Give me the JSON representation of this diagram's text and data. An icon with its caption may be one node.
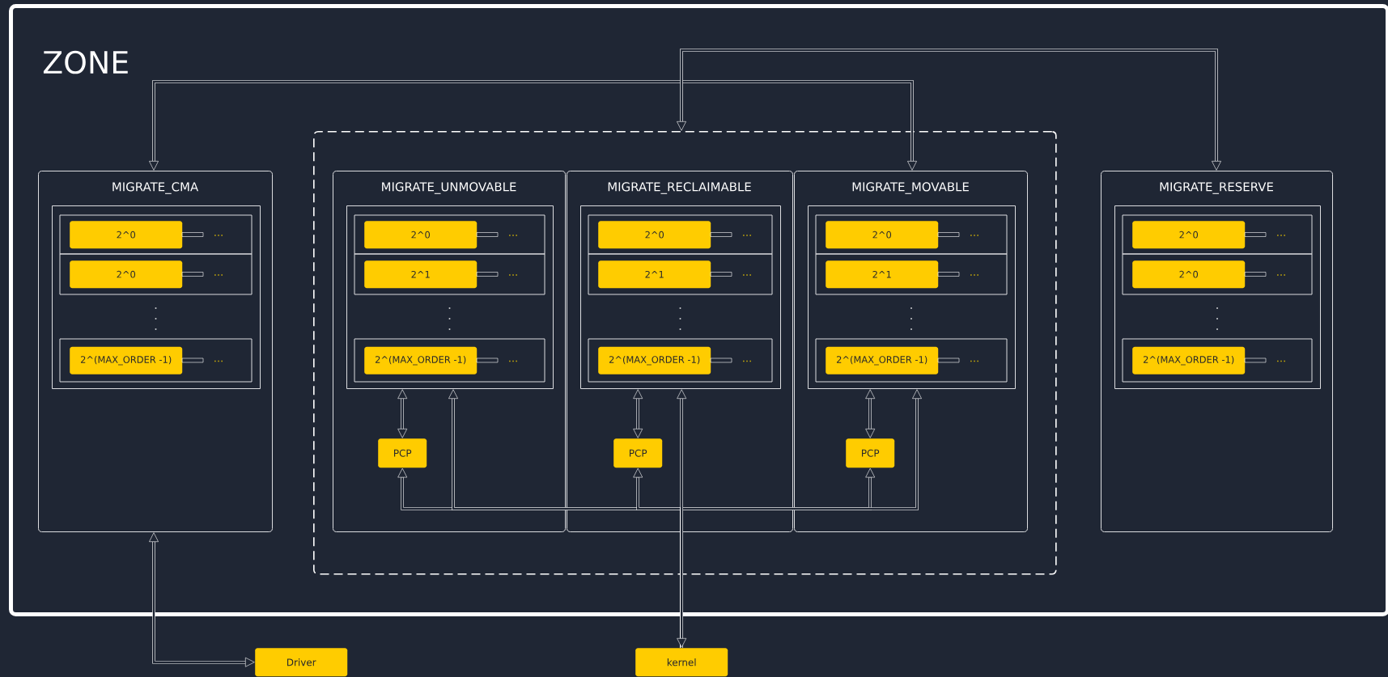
{
  "diagram": {
    "nodes": [
      {
        "text": [
          "ZONE"
        ]
      },
      {
        "text": [],
        "shape": "box",
        "in": 0
      },
      {
        "text": [
          "MIGRATE_CMA"
        ],
        "in": 0
      },
      {
        "text": [],
        "shape": "box",
        "in": 2
      },
      {
        "text": [
          "2^0"
        ],
        "beside": [
          "..."
        ],
        "in": 3
      },
      {
        "text": [
          "2^0"
        ],
        "beside": [
          "..."
        ],
        "in": 3
      },
      {
        "text": [
          "2^(MAX_ORDER -1)"
        ],
        "beside": [
          "..."
        ],
        "in": 3
      },
      {
        "text": [
          "MIGRATE_UNMOVABLE"
        ],
        "in": 1
      },
      {
        "text": [],
        "shape": "box",
        "in": 7
      },
      {
        "text": [
          "2^0"
        ],
        "beside": [
          "..."
        ],
        "in": 8
      },
      {
        "text": [
          "2^1"
        ],
        "beside": [
          "..."
        ],
        "in": 8
      },
      {
        "text": [
          "2^(MAX_ORDER -1)"
        ],
        "beside": [
          "..."
        ],
        "in": 8
      },
      {
        "text": [
          "MIGRATE_RECLAIMABLE"
        ],
        "in": 1
      },
      {
        "text": [],
        "shape": "box",
        "in": 12
      },
      {
        "text": [
          "2^0"
        ],
        "beside": [
          "..."
        ],
        "in": 13
      },
      {
        "text": [
          "2^1"
        ],
        "beside": [
          "..."
        ],
        "in": 13
      },
      {
        "text": [
          "2^(MAX_ORDER -1)"
        ],
        "beside": [
          "..."
        ],
        "in": 13
      },
      {
        "text": [
          "MIGRATE_MOVABLE"
        ],
        "in": 1
      },
      {
        "text": [],
        "shape": "box",
        "in": 17
      },
      {
        "text": [
          "2^0"
        ],
        "beside": [
          "..."
        ],
        "in": 18
      },
      {
        "text": [
          "2^1"
        ],
        "beside": [
          "..."
        ],
        "in": 18
      },
      {
        "text": [
          "2^(MAX_ORDER -1)"
        ],
        "beside": [
          "..."
        ],
        "in": 18
      },
      {
        "text": [
          "MIGRATE_RESERVE"
        ],
        "in": 0
      },
      {
        "text": [],
        "shape": "box",
        "in": 22
      },
      {
        "text": [
          "2^0"
        ],
        "beside": [
          "..."
        ],
        "in": 23
      },
      {
        "text": [
          "2^0"
        ],
        "beside": [
          "..."
        ],
        "in": 23
      },
      {
        "text": [
          "2^(MAX_ORDER -1)"
        ],
        "beside": [
          "..."
        ],
        "in": 23
      },
      {
        "text": [
          "PCP"
        ],
        "in": 7
      },
      {
        "text": [
          "PCP"
        ],
        "in": 12
      },
      {
        "text": [
          "PCP"
        ],
        "in": 17
      },
      {
        "text": [
          "Driver"
        ]
      },
      {
        "text": [
          "kernel"
        ]
      }
    ],
    "edges": [
      {
        "from": 2,
        "to": 17,
        "arrow": "both"
      },
      {
        "from": 1,
        "to": 22,
        "arrow": "both"
      },
      {
        "from": 2,
        "to": 30,
        "arrow": "both"
      },
      {
        "from": 31,
        "to": 13,
        "arrow": "both"
      },
      {
        "from": 27,
        "to": 8,
        "arrow": "both"
      },
      {
        "from": 28,
        "to": 13,
        "arrow": "both"
      },
      {
        "from": 29,
        "to": 18,
        "arrow": "both"
      },
      {
        "from": 31,
        "to": 27,
        "arrow": "to"
      },
      {
        "from": 31,
        "to": 8,
        "arrow": "to"
      },
      {
        "from": 31,
        "to": 28,
        "arrow": "to"
      },
      {
        "from": 31,
        "to": 29,
        "arrow": "to"
      },
      {
        "from": 31,
        "to": 18,
        "arrow": "to"
      }
    ]
  }
}
